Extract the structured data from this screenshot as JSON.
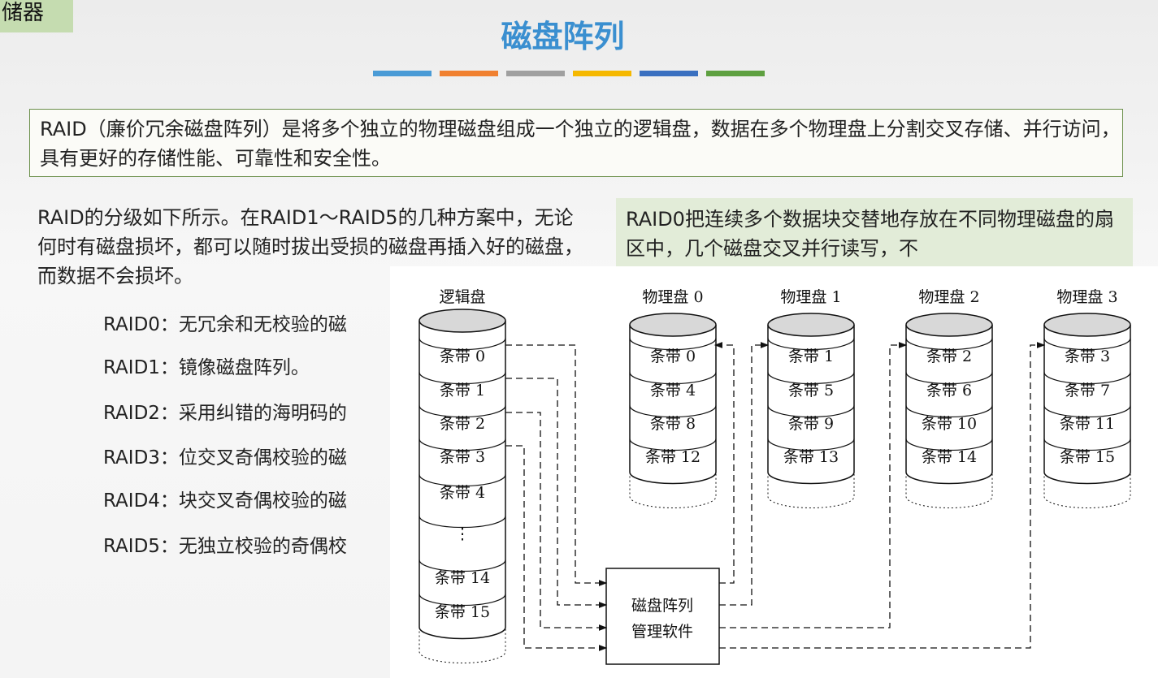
{
  "header": {
    "section_tag": "储器",
    "title": "磁盘阵列",
    "accent_colors": [
      "#4a9bd6",
      "#f08030",
      "#a0a0a0",
      "#f5b800",
      "#3a70c0",
      "#5ea040"
    ]
  },
  "definition": "RAID（廉价冗余磁盘阵列）是将多个独立的物理磁盘组成一个独立的逻辑盘，数据在多个物理盘上分割交叉存储、并行访问，具有更好的存储性能、可靠性和安全性。",
  "intro": "RAID的分级如下所示。在RAID1～RAID5的几种方案中，无论何时有磁盘损坏，都可以随时拔出受损的磁盘再插入好的磁盘，而数据不会损坏。",
  "raid0_note": "RAID0把连续多个数据块交替地存放在不同物理磁盘的扇区中，几个磁盘交叉并行读写，不",
  "levels": [
    "RAID0：无冗余和无校验的磁",
    "RAID1：镜像磁盘阵列。",
    "RAID2：采用纠错的海明码的",
    "RAID3：位交叉奇偶校验的磁",
    "RAID4：块交叉奇偶校验的磁",
    "RAID5：无独立校验的奇偶校"
  ],
  "diagram": {
    "logical_label": "逻辑盘",
    "logical_stripes": [
      "条带 0",
      "条带 1",
      "条带 2",
      "条带 3",
      "条带 4",
      "⋮",
      "条带 14",
      "条带 15"
    ],
    "physical": [
      {
        "label": "物理盘 0",
        "stripes": [
          "条带 0",
          "条带 4",
          "条带 8",
          "条带 12"
        ]
      },
      {
        "label": "物理盘 1",
        "stripes": [
          "条带 1",
          "条带 5",
          "条带 9",
          "条带 13"
        ]
      },
      {
        "label": "物理盘 2",
        "stripes": [
          "条带 2",
          "条带 6",
          "条带 10",
          "条带 14"
        ]
      },
      {
        "label": "物理盘 3",
        "stripes": [
          "条带 3",
          "条带 7",
          "条带 11",
          "条带 15"
        ]
      }
    ],
    "manager_line1": "磁盘阵列",
    "manager_line2": "管理软件"
  }
}
